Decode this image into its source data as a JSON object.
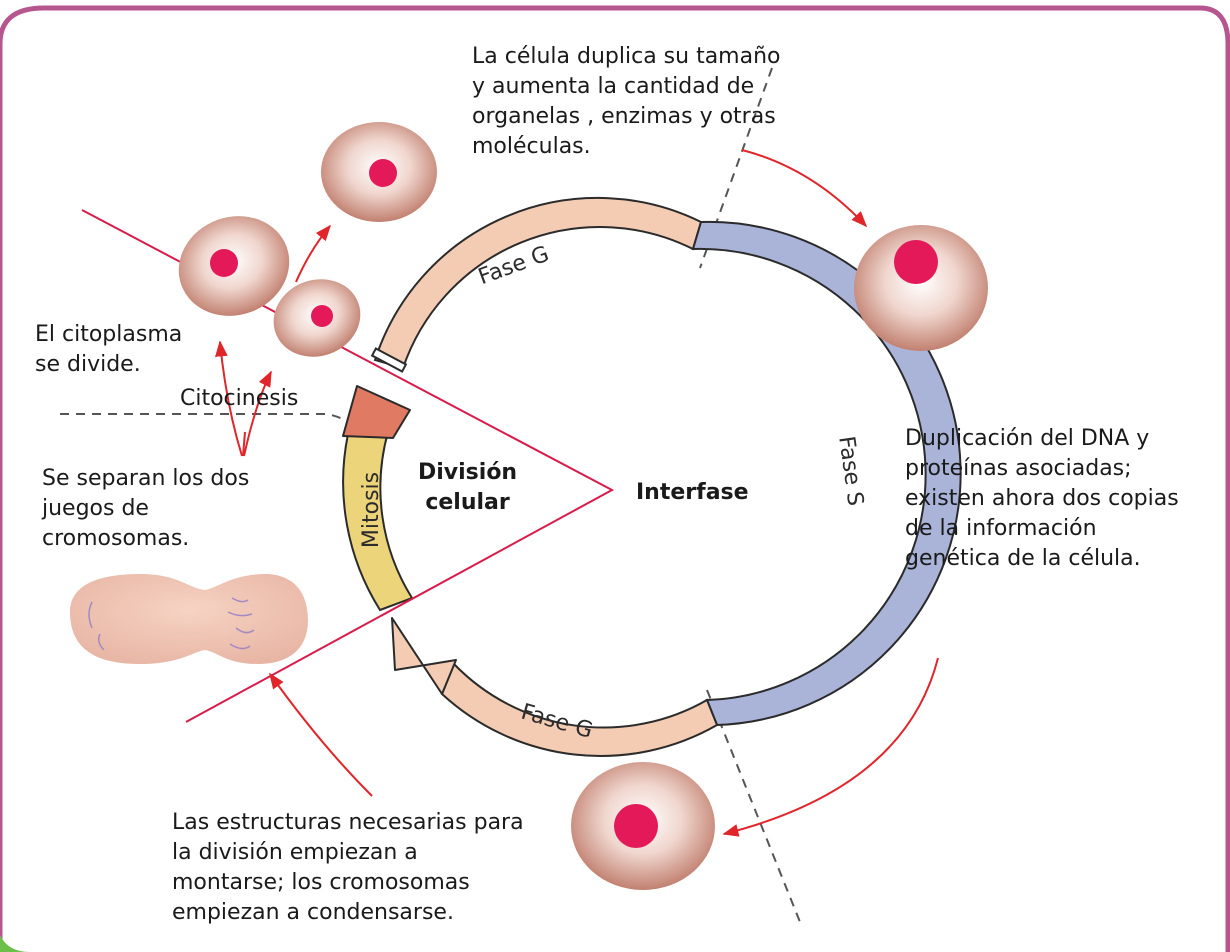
{
  "labels": {
    "top": [
      "La célula duplica  su tamaño",
      "y aumenta la cantidad de",
      "organelas , enzimas y otras",
      "moléculas."
    ],
    "right": [
      "Duplicación del DNA y",
      "proteínas asociadas;",
      "existen ahora dos copias",
      "de la información",
      "genética de la célula."
    ],
    "bottom": [
      "Las estructuras necesarias para",
      "la división empiezan a",
      "montarse; los cromosomas",
      "empiezan a condensarse."
    ],
    "citoplasma": [
      "El citoplasma",
      "se divide."
    ],
    "separan": [
      "Se separan los dos",
      "juegos de",
      "cromosomas."
    ],
    "citocinesis": "Citocinesis",
    "division": [
      "División",
      "celular"
    ],
    "interfase": "Interfase"
  },
  "phases": {
    "g_top": "Fase G",
    "s": "Fase S",
    "g_bottom": "Fase G",
    "mitosis": "Mitosis"
  },
  "colors": {
    "frame": "#b5568f",
    "g_phase": "#f3ccb3",
    "s_phase": "#a9b4d8",
    "mitosis": "#ecd47a",
    "citocinesis_arrow": "#e07a62",
    "cell": "#c98273",
    "nucleus": "#e3195a",
    "red_line": "#d81b4a",
    "red_arrow": "#e0262b"
  }
}
